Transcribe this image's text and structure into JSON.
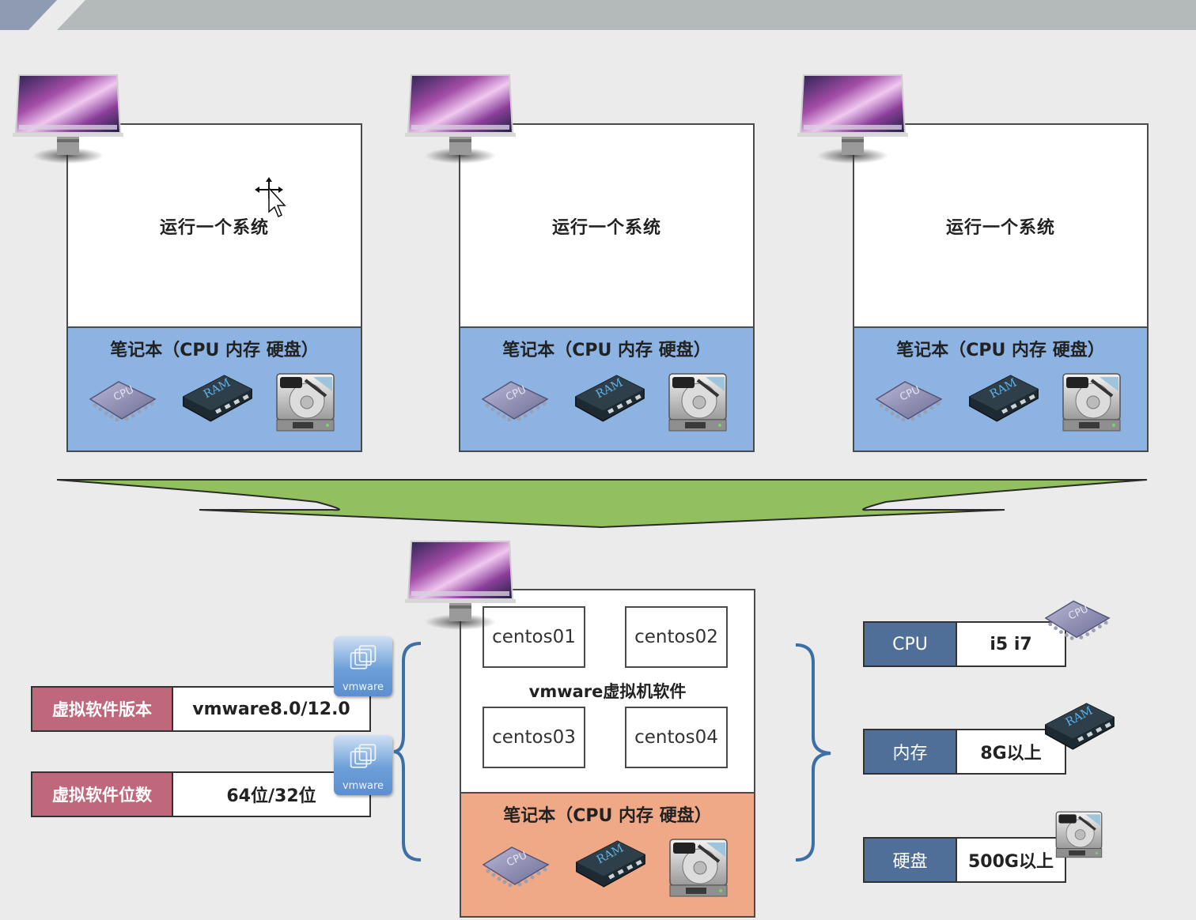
{
  "hosts": [
    {
      "system_label": "运行一个系统",
      "hardware_title": "笔记本（CPU 内存 硬盘）",
      "icons": [
        "cpu-chip",
        "ram-module",
        "hard-disk"
      ]
    },
    {
      "system_label": "运行一个系统",
      "hardware_title": "笔记本（CPU 内存 硬盘）",
      "icons": [
        "cpu-chip",
        "ram-module",
        "hard-disk"
      ]
    },
    {
      "system_label": "运行一个系统",
      "hardware_title": "笔记本（CPU 内存 硬盘）",
      "icons": [
        "cpu-chip",
        "ram-module",
        "hard-disk"
      ]
    }
  ],
  "arrow": {
    "color": "#92c05f",
    "direction": "down"
  },
  "bottom_host": {
    "vms": [
      "centos01",
      "centos02",
      "centos03",
      "centos04"
    ],
    "software_label": "vmware虚拟机软件",
    "hardware_title": "笔记本（CPU 内存 硬盘）",
    "icons": [
      "cpu-chip",
      "ram-module",
      "hard-disk"
    ]
  },
  "virtual_software": [
    {
      "key": "虚拟软件版本",
      "value": "vmware8.0/12.0",
      "badge": "vmware"
    },
    {
      "key": "虚拟软件位数",
      "value": "64位/32位",
      "badge": "vmware"
    }
  ],
  "requirements": [
    {
      "key": "CPU",
      "value": "i5 i7",
      "icon": "cpu-chip"
    },
    {
      "key": "内存",
      "value": "8G以上",
      "icon": "ram-module"
    },
    {
      "key": "硬盘",
      "value": "500G以上",
      "icon": "hard-disk"
    }
  ],
  "colors": {
    "background": "#ebebeb",
    "hardware_blue": "#8db3e2",
    "hardware_orange": "#f0a987",
    "info_key_red": "#c0687b",
    "spec_key_blue": "#4f6f99",
    "brace_blue": "#3b6fa6",
    "header_left": "#8e9bb2",
    "header_right": "#b4baba"
  }
}
